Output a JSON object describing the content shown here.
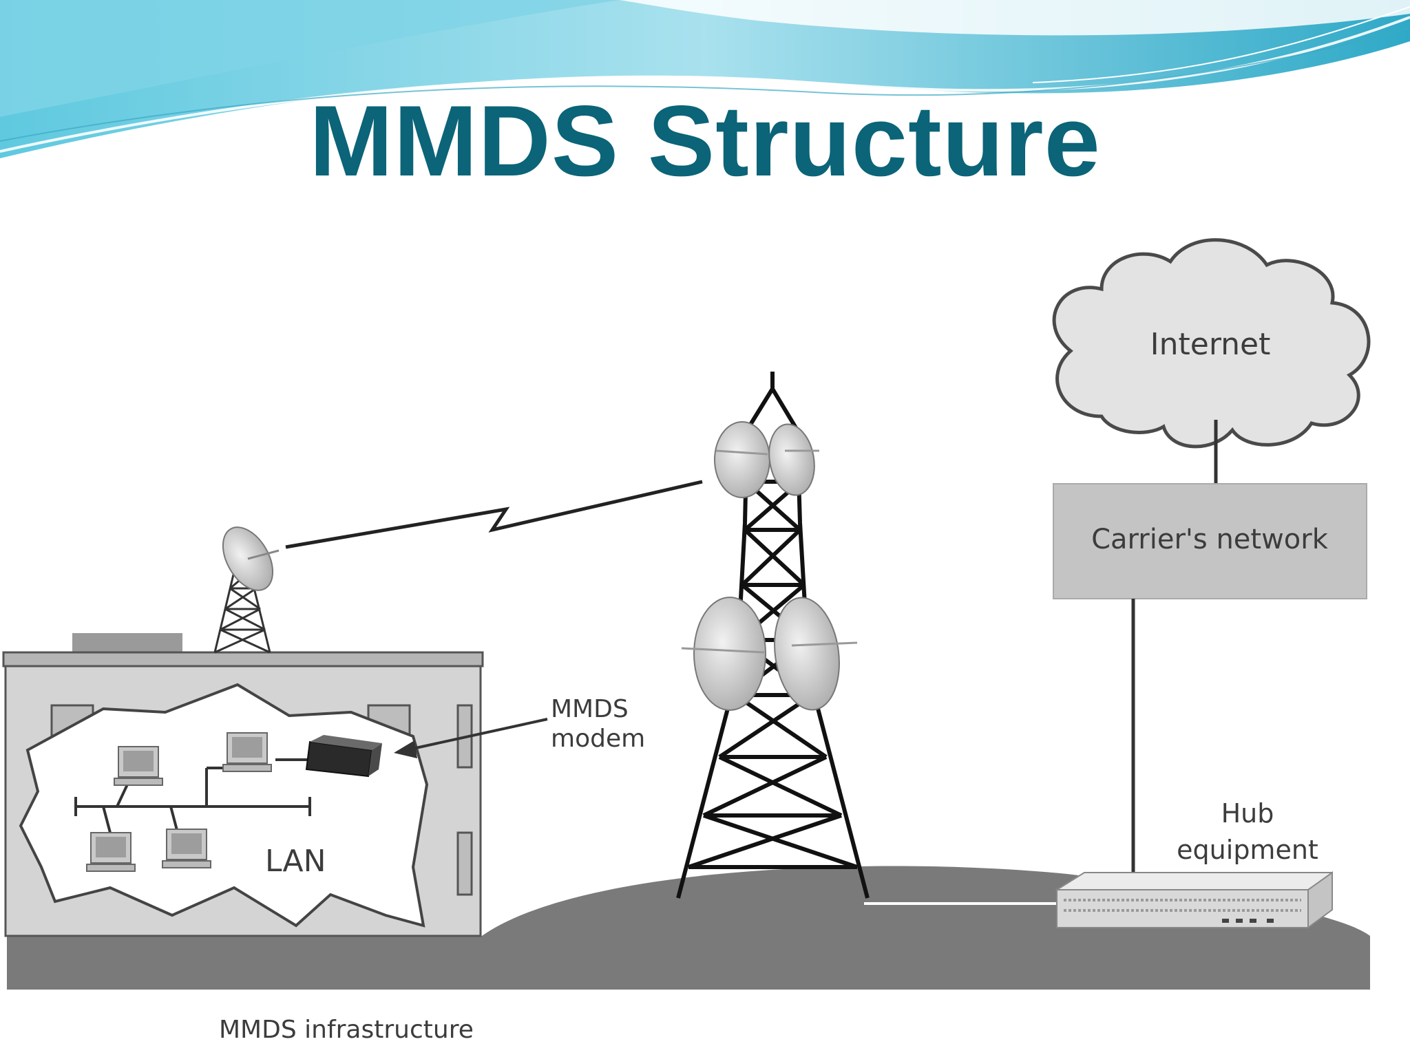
{
  "slide": {
    "title": "MMDS Structure",
    "caption": "MMDS infrastructure"
  },
  "labels": {
    "internet": "Internet",
    "carrier": "Carrier's network",
    "modem_line1": "MMDS",
    "modem_line2": "modem",
    "lan": "LAN",
    "hub_line1": "Hub",
    "hub_line2": "equipment"
  },
  "colors": {
    "title": "#0b6478",
    "wave_light": "#bfe9f2",
    "wave_mid": "#7fd3e6",
    "wave_dark": "#3cb4cf",
    "ground": "#7a7a7a",
    "cloud_fill": "#e3e3e3",
    "carrier_box": "#c4c4c4"
  },
  "icons": [
    "wave-banner",
    "cloud-icon",
    "tower-icon",
    "dish-icon",
    "computer-icon",
    "modem-icon",
    "hub-rack-icon",
    "lightning-link-icon",
    "building-icon"
  ]
}
